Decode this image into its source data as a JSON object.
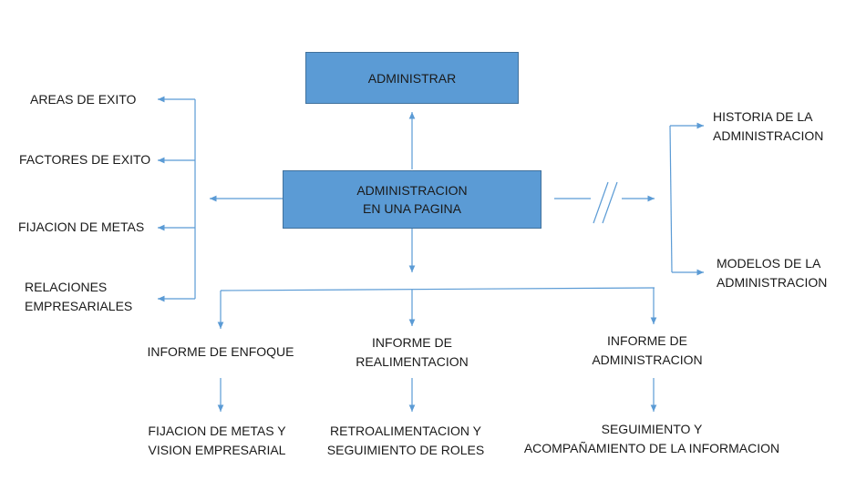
{
  "boxes": {
    "top": "ADMINISTRAR",
    "center": [
      "ADMINISTRACION",
      "EN UNA PAGINA"
    ]
  },
  "left_items": [
    [
      "AREAS DE EXITO"
    ],
    [
      "FACTORES DE EXITO"
    ],
    [
      "FIJACION DE METAS"
    ],
    [
      "RELACIONES",
      "EMPRESARIALES"
    ]
  ],
  "right_items": [
    [
      "HISTORIA DE LA",
      "ADMINISTRACION"
    ],
    [
      "MODELOS DE LA",
      "ADMINISTRACION"
    ]
  ],
  "reports": [
    [
      "INFORME DE ENFOQUE"
    ],
    [
      "INFORME DE",
      "REALIMENTACION"
    ],
    [
      "INFORME DE",
      "ADMINISTRACION"
    ]
  ],
  "outcomes": [
    [
      "FIJACION DE METAS Y",
      "VISION EMPRESARIAL"
    ],
    [
      "RETROALIMENTACION Y",
      "SEGUIMIENTO DE ROLES"
    ],
    [
      "SEGUIMIENTO Y",
      "ACOMPAÑAMIENTO DE LA INFORMACION"
    ]
  ],
  "colors": {
    "box_fill": "#5b9bd5",
    "box_border": "#41719c",
    "connector": "#5b9bd5"
  }
}
